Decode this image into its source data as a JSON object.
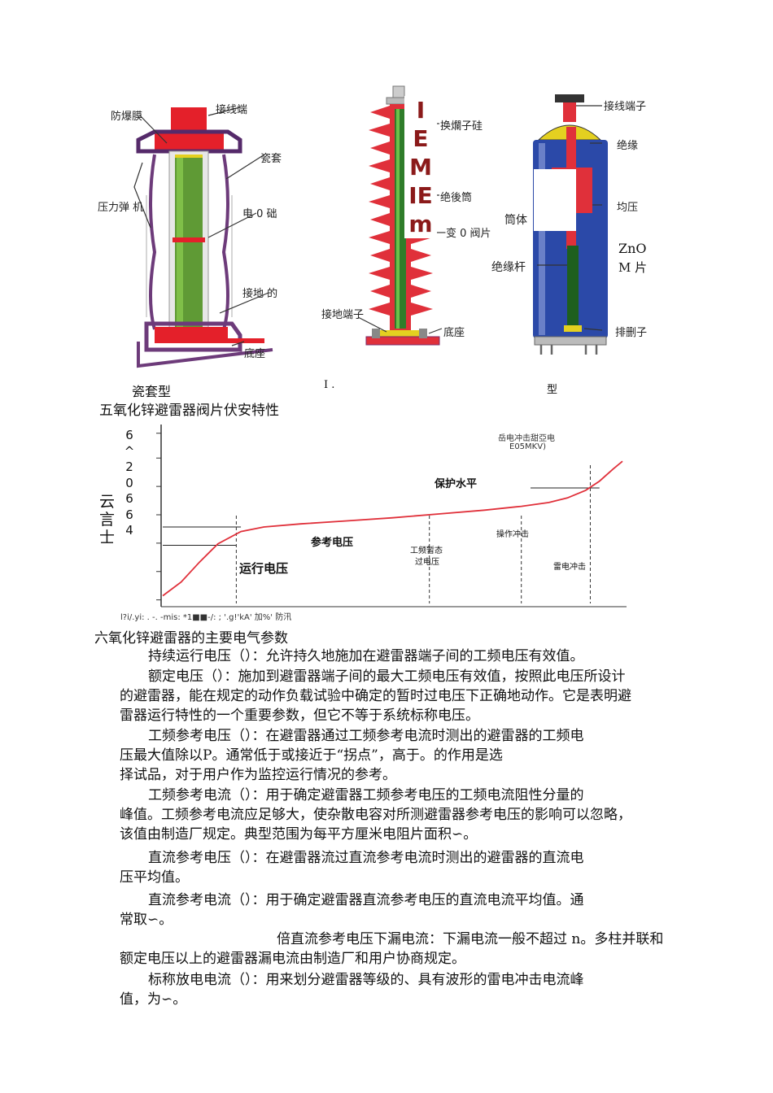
{
  "figures": {
    "porcelain": {
      "labels": {
        "explosion_film": "防爆膜",
        "terminal": "接线端",
        "sleeve": "瓷套",
        "pressure_spring": "压力弹 机",
        "zno_chip": "电 0 础",
        "ground_end": "接地 的",
        "base": "底座"
      },
      "caption": "瓷套型"
    },
    "composite": {
      "overlay_letters": [
        "I",
        "E",
        "M",
        "IE",
        "m"
      ],
      "labels": {
        "umbrella_silicone": "换爛子硅",
        "insulating_tube": "绝後筒",
        "zno_chip": "一变 0 阀片",
        "ground_terminal": "接地端子",
        "base": "底座"
      },
      "caption": "I ."
    },
    "tank": {
      "labels": {
        "terminal": "接线端子",
        "insulation": "绝缘",
        "cylinder": "筒体",
        "pressure": "均压",
        "zno_line1": "ZnO",
        "zno_line2": "M 片",
        "insulating_rod": "绝缘杆",
        "exhaust": "排删子"
      },
      "caption": "型"
    }
  },
  "section_title": "五氧化锌避雷器阀片伏安特性",
  "chart_data": {
    "type": "line",
    "title": "",
    "y_tick_labels": [
      "6",
      "^",
      "2",
      "0",
      "6",
      "6",
      "4"
    ],
    "y_side_labels": [
      "云",
      "言",
      "士"
    ],
    "x_axis_garbled": "l?i/.yi: . -. -mis: *1■■-/: ; '.g!'kA' 加%' 防汛",
    "annotations": {
      "lightning_impulse_top": "岳电冲击甜亞电",
      "lightning_impulse_top_2": "E05MKV)",
      "protection_level": "保护水平",
      "reference_voltage": "参考电压",
      "operating_voltage": "运行电压",
      "power_freq_temp_1": "工频暂态",
      "power_freq_temp_2": "过电压",
      "switching_impulse": "操作冲击",
      "lightning_impulse": "雷电冲击"
    },
    "curve_color": "#e0303a",
    "x_range": [
      0,
      1
    ],
    "y_range": [
      0,
      1
    ],
    "series": [
      {
        "x": [
          0.0,
          0.04,
          0.08,
          0.12,
          0.17,
          0.22,
          0.3,
          0.4,
          0.5,
          0.6,
          0.7,
          0.78,
          0.84,
          0.88,
          0.92,
          0.95,
          0.98,
          1.0
        ],
        "y": [
          0.05,
          0.14,
          0.27,
          0.39,
          0.47,
          0.5,
          0.52,
          0.54,
          0.56,
          0.585,
          0.61,
          0.635,
          0.66,
          0.69,
          0.74,
          0.8,
          0.88,
          0.93
        ]
      }
    ],
    "ref_lines": [
      {
        "kind": "h",
        "name": "operating",
        "y": 0.38
      },
      {
        "kind": "h",
        "name": "reference",
        "y": 0.5
      },
      {
        "kind": "h",
        "name": "protection",
        "y": 0.755
      }
    ]
  },
  "body": {
    "heading": "六氧化锌避雷器的主要电气参数",
    "lines": [
      "持续运行电压（）：允许持久地施加在避雷器端子间的工频电压有效值。",
      "额定电压（）：施加到避雷器端子间的最大工频电压有效值，按照此电压所设计",
      "的避雷器，能在规定的动作负载试验中确定的暂时过电压下正确地动作。它是表明避",
      "雷器运行特性的一个重要参数，但它不等于系统标称电压。",
      "工频参考电压（）：在避雷器通过工频参考电流时测出的避雷器的工频电",
      "压最大值除以P。通常低于或接近于“拐点”，高于。的作用是选",
      "择试品，对于用户作为监控运行情况的参考。",
      "工频参考电流（）：用于确定避雷器工频参考电压的工频电流阻性分量的",
      "峰值。工频参考电流应足够大，使杂散电容对所测避雷器参考电压的影响可以忽略，",
      "该值由制造厂规定。典型范围为每平方厘米电阻片面积∽。",
      "直流参考电压（）：在避雷器流过直流参考电流时测出的避雷器的直流电",
      "压平均值。",
      "直流参考电流（）：用于确定避雷器直流参考电压的直流电流平均值。通",
      "常取∽。",
      "倍直流参考电压下漏电流：下漏电流一般不超过 n。多柱并联和",
      "额定电压以上的避雷器漏电流由制造厂和用户协商规定。",
      "标称放电电流（）：用来划分避雷器等级的、具有波形的雷电冲击电流峰",
      "值，为∽。"
    ]
  }
}
